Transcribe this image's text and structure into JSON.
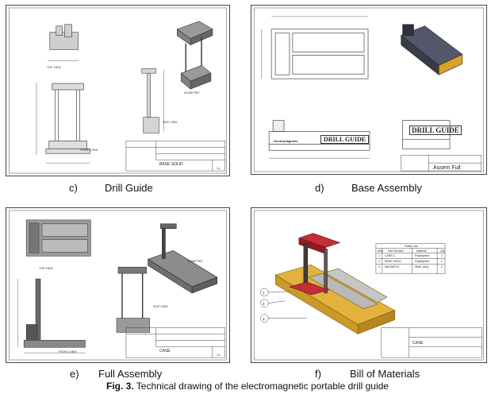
{
  "panels": [
    {
      "letter": "c)",
      "caption": "Drill Guide",
      "title_block": {
        "part": "BASE SOLID",
        "scale": "1:1"
      },
      "views": [
        "TOP VIEW",
        "FRONT VIEW",
        "SIDE VIEW",
        "ISOMETRIC"
      ]
    },
    {
      "letter": "d)",
      "caption": "Base Assembly",
      "title_block": {
        "part": "Assem Full"
      },
      "brand": "electromagnetic",
      "logo": "DRILL GUIDE"
    },
    {
      "letter": "e)",
      "caption": "Full Assembly",
      "title_block": {
        "part": "CASE",
        "scale": "1:1"
      },
      "views": [
        "TOP VIEW",
        "FRONT VIEW",
        "SIDE VIEW",
        "ISOMETRIC"
      ]
    },
    {
      "letter": "f)",
      "caption": "Bill of Materials",
      "title_block": {
        "part": "CASE"
      },
      "parts_list": {
        "title": "Parts List",
        "headers": [
          "Item",
          "Part Number",
          "Material",
          "Qty"
        ],
        "rows": [
          [
            "1",
            "CASE 3",
            "Polystyrene",
            "1"
          ],
          [
            "2",
            "BASE SOLID",
            "Polystyrene",
            "1"
          ],
          [
            "3",
            "MAGNETIC",
            "Steel, Alloy",
            "2"
          ]
        ]
      },
      "balloons": [
        "1",
        "2",
        "3"
      ]
    }
  ],
  "figure_caption": {
    "label": "Fig. 3.",
    "text": " Technical drawing of the electromagnetic portable drill guide"
  },
  "colors": {
    "frame": "#444444",
    "shade": "#8c8c8c",
    "dark": "#3a3a3a",
    "red": "#b3262f",
    "yellow": "#d8a52b"
  }
}
